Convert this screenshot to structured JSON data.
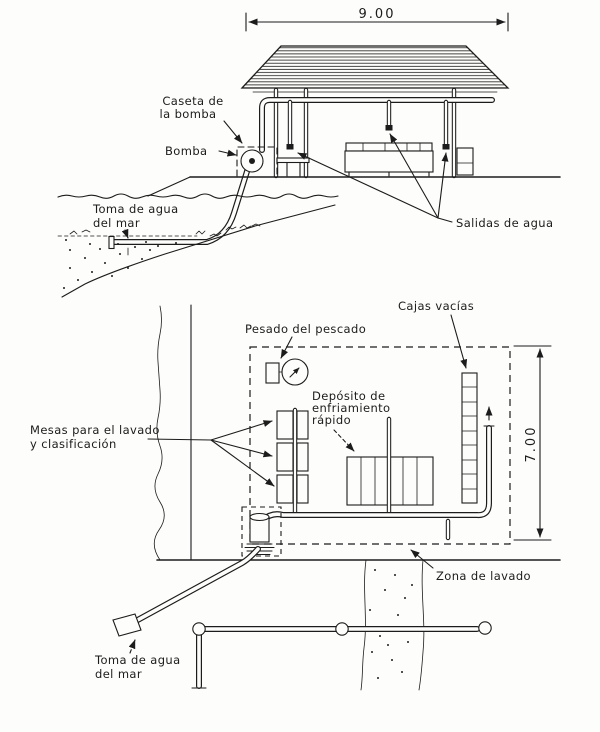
{
  "paper_color": "#fdfdfb",
  "ink_color": "#1c1c1c",
  "elevation": {
    "width_dimension": "9.00",
    "pump_house_label": {
      "line1": "Caseta de",
      "line2": "la bomba"
    },
    "pump_label": "Bomba",
    "sea_water_intake_label": {
      "line1": "Toma de agua",
      "line2": "del mar"
    },
    "water_outlets_label": "Salidas de agua"
  },
  "plan": {
    "depth_dimension": "7.00",
    "fish_weighing_label": "Pesado del pescado",
    "empty_boxes_label": "Cajas vacías",
    "cooling_tank_label": {
      "line1": "Depósito de",
      "line2": "enfriamiento",
      "line3": "rápido"
    },
    "washing_tables_label": {
      "line1": "Mesas para el lavado",
      "line2": "y clasificación"
    },
    "washing_zone_label": "Zona de lavado",
    "sea_water_intake_label": {
      "line1": "Toma de agua",
      "line2": "del mar"
    }
  }
}
